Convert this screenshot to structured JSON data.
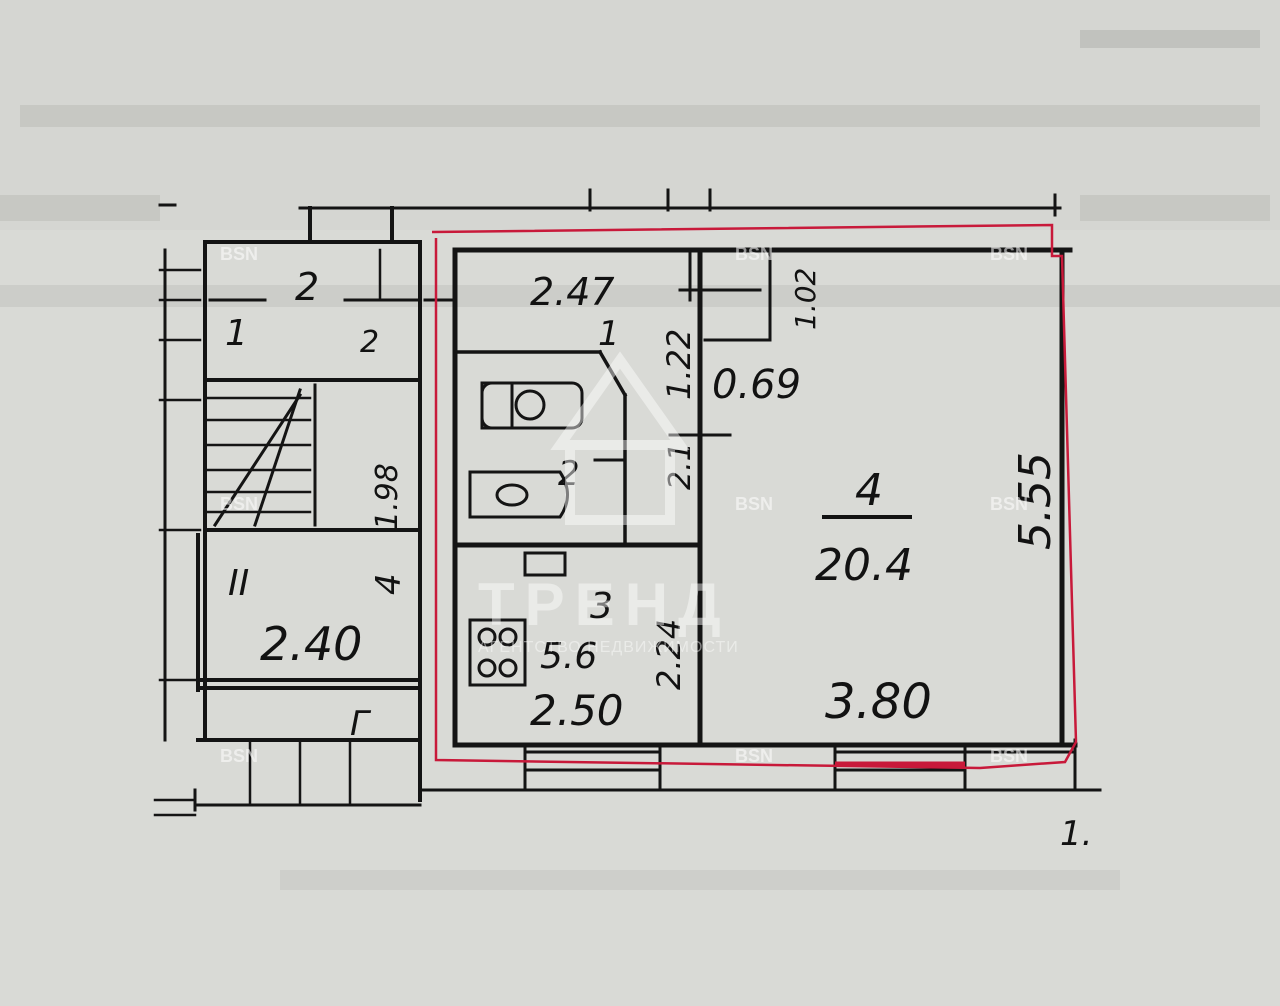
{
  "plan": {
    "rooms": [
      {
        "id": "1",
        "number": "1",
        "area": "2.47",
        "width": "1.22"
      },
      {
        "id": "2",
        "number": "2",
        "area": "",
        "width": "2.1"
      },
      {
        "id": "3",
        "number": "3",
        "area": "5.6",
        "width": "2.50",
        "depth": "2.24"
      },
      {
        "id": "4",
        "number": "4",
        "area": "20.4",
        "width": "3.80",
        "depth": "5.55"
      }
    ],
    "closet_area": "0.69",
    "closet_dim": "1.02",
    "stair": {
      "label_top": "2",
      "label_left": "1",
      "label_right": "2",
      "label_II": "II",
      "label_4": "4",
      "dim": "2.40",
      "label_G": "Г",
      "dim_vertical": "1.98"
    },
    "corner_mark": "1."
  },
  "watermarks": {
    "bsn": "BSN",
    "trend": "ТРЕНД",
    "trend_sub": "АГЕНТСТВО НЕДВИЖИМОСТИ"
  },
  "colors": {
    "ink": "#141414",
    "outline": "#c8193a",
    "paper": "#d9dad6",
    "watermark": "#ffffff"
  }
}
